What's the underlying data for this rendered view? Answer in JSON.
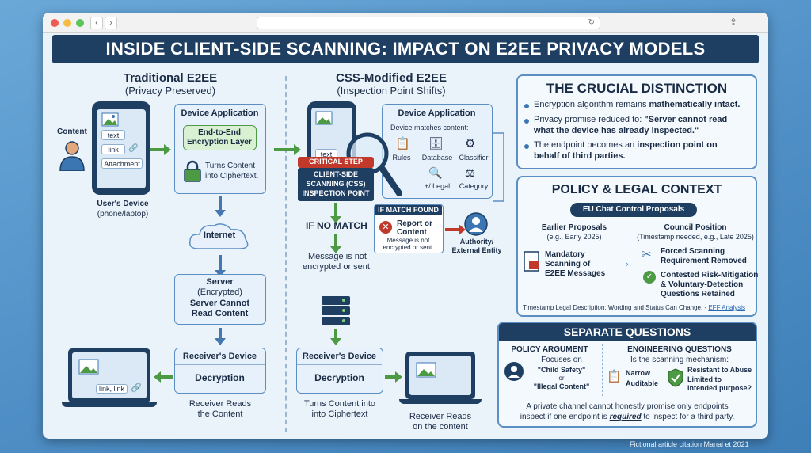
{
  "title": "INSIDE CLIENT-SIDE SCANNING: IMPACT ON E2EE PRIVACY MODELS",
  "left": {
    "heading": "Traditional E2EE",
    "subheading": "(Privacy Preserved)",
    "content_label": "Content",
    "chips": [
      "text",
      "link",
      "Attachment"
    ],
    "device_label_1": "User's Device",
    "device_label_2": "(phone/laptop)",
    "app_box_title": "Device Application",
    "enc_layer_1": "End-to-End",
    "enc_layer_2": "Encryption Layer",
    "turns_1": "Turns Content",
    "turns_2": "into Ciphertext.",
    "internet": "Internet",
    "server_1": "Server",
    "server_2": "(Encrypted)",
    "server_3": "Server Cannot",
    "server_4": "Read Content",
    "receiver_title": "Receiver's Device",
    "decryption": "Decryption",
    "reads_1": "Receiver Reads",
    "reads_2": "the Content",
    "laptop_chip": "link, link"
  },
  "middle": {
    "heading": "CSS-Modified E2EE",
    "subheading": "(Inspection Point Shifts)",
    "chip": "text",
    "app_box_title": "Device Application",
    "matches": "Device matches content:",
    "icons": [
      "Rules",
      "Database",
      "Classifier",
      "+/ Legal",
      "Category"
    ],
    "critical": "CRITICAL STEP",
    "css_1": "CLIENT-SIDE",
    "css_2": "SCANNING (CSS)",
    "css_3": "INSPECTION POINT",
    "if_no_match": "IF NO MATCH",
    "not_enc_1": "Message is not",
    "not_enc_2": "encrypted or sent.",
    "match_found": "IF MATCH FOUND",
    "report_1": "Report or",
    "report_2": "Content",
    "report_3": "Message is not",
    "report_4": "encrypted or sent.",
    "authority_1": "Authority/",
    "authority_2": "External Entity",
    "receiver_title": "Receiver's Device",
    "decryption": "Decryption",
    "turns_1": "Turns Content into",
    "turns_2": "into Ciphertext",
    "reads_1": "Receiver Reads",
    "reads_2": "on the content"
  },
  "distinction": {
    "title": "THE CRUCIAL DISTINCTION",
    "b1_a": "Encryption algorithm remains ",
    "b1_b": "mathematically intact.",
    "b2_a": "Privacy promise reduced to: ",
    "b2_b": "\"Server cannot read",
    "b2_c": "what the device has already inspected.\"",
    "b3_a": "The endpoint becomes an ",
    "b3_b": "inspection point on",
    "b3_c": "behalf of third parties."
  },
  "policy": {
    "title": "POLICY & LEGAL CONTEXT",
    "banner": "EU Chat Control Proposals",
    "earlier_1": "Earlier Proposals",
    "earlier_2": "(e.g., Early 2025)",
    "council_1": "Council Position",
    "council_2": "(Timestamp needed, e.g., Late 2025)",
    "mandatory_1": "Mandatory",
    "mandatory_2": "Scanning of",
    "mandatory_3": "E2EE Messages",
    "forced_1": "Forced Scanning",
    "forced_2": "Requirement Removed",
    "contested_1": "Contested Risk-Mitigation",
    "contested_2": "& Voluntary-Detection",
    "contested_3": "Questions Retained",
    "note": "Timestamp Legal Description; Wording and Status Can Change. - ",
    "note_link": "EFF Analysis"
  },
  "separate": {
    "title": "SEPARATE QUESTIONS",
    "policy_head": "POLICY ARGUMENT",
    "focuses": "Focuses on",
    "child": "\"Child Safety\"",
    "or": "or",
    "illegal": "\"Illegal Content\"",
    "eng_head": "ENGINEERING QUESTIONS",
    "is_the": "Is the scanning mechanism:",
    "narrow": "Narrow",
    "auditable": "Auditable",
    "resistant": "Resistant to Abuse",
    "limited_1": "Limited to",
    "limited_2": "intended purpose?",
    "bottom_1": "A private channel cannot honestly promise only endpoints",
    "bottom_2a": "inspect if one endpoint is ",
    "bottom_2b": "required",
    "bottom_2c": " to inspect for a third party."
  },
  "footer": "Fictional article citation Manai et 2021",
  "colors": {
    "navy": "#1e3e62",
    "green": "#4d9a44",
    "red": "#c0392b",
    "blue": "#4578b0"
  }
}
